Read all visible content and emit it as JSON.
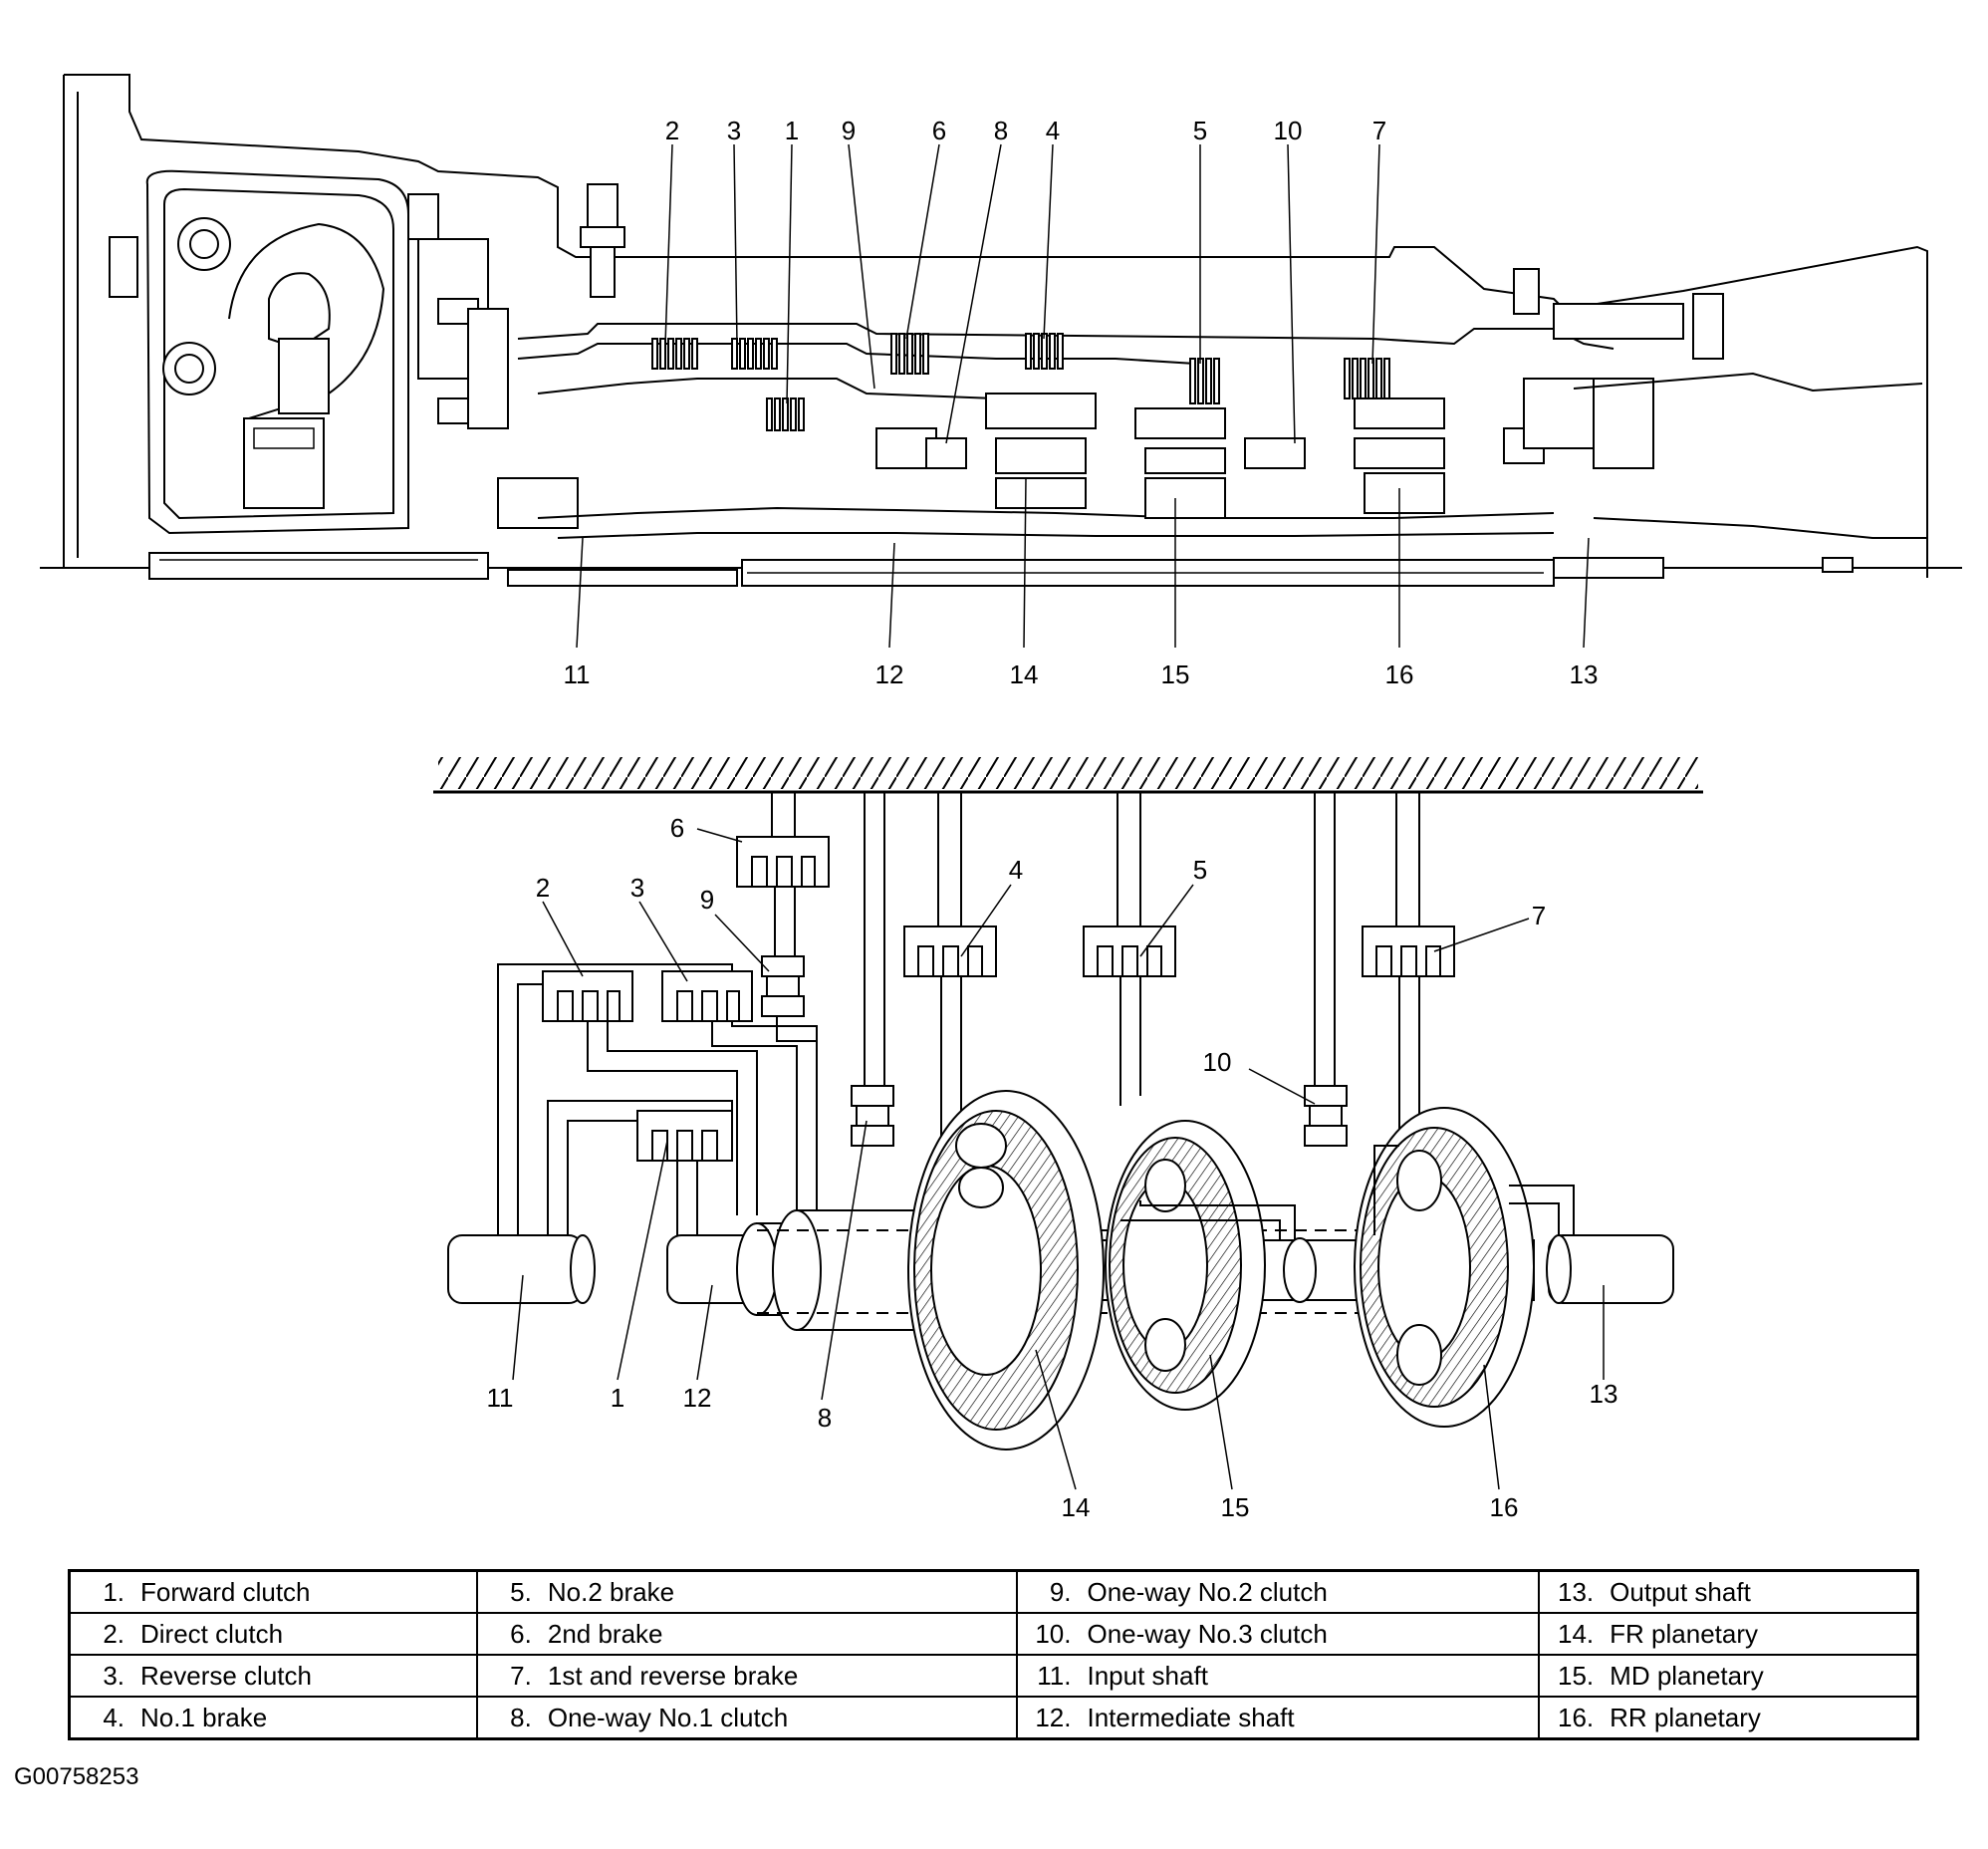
{
  "figure_id": "G00758253",
  "top_callouts": {
    "c2": "2",
    "c3": "3",
    "c1": "1",
    "c9": "9",
    "c6": "6",
    "c8": "8",
    "c4": "4",
    "c5": "5",
    "c10": "10",
    "c7": "7",
    "c11": "11",
    "c12": "12",
    "c14": "14",
    "c15": "15",
    "c16": "16",
    "c13": "13"
  },
  "schematic_callouts": {
    "c6": "6",
    "c2": "2",
    "c3": "3",
    "c9": "9",
    "c4": "4",
    "c5": "5",
    "c7": "7",
    "c10": "10",
    "c11": "11",
    "c1": "1",
    "c12": "12",
    "c8": "8",
    "c13": "13",
    "c14": "14",
    "c15": "15",
    "c16": "16"
  },
  "legend": [
    [
      {
        "n": "1.",
        "label": "Forward clutch"
      },
      {
        "n": "5.",
        "label": "No.2 brake"
      },
      {
        "n": "9.",
        "label": "One-way No.2 clutch"
      },
      {
        "n": "13.",
        "label": "Output shaft"
      }
    ],
    [
      {
        "n": "2.",
        "label": "Direct clutch"
      },
      {
        "n": "6.",
        "label": "2nd brake"
      },
      {
        "n": "10.",
        "label": "One-way No.3 clutch"
      },
      {
        "n": "14.",
        "label": "FR planetary"
      }
    ],
    [
      {
        "n": "3.",
        "label": "Reverse clutch"
      },
      {
        "n": "7.",
        "label": "1st and reverse brake"
      },
      {
        "n": "11.",
        "label": "Input shaft"
      },
      {
        "n": "15.",
        "label": "MD planetary"
      }
    ],
    [
      {
        "n": "4.",
        "label": "No.1 brake"
      },
      {
        "n": "8.",
        "label": "One-way No.1 clutch"
      },
      {
        "n": "12.",
        "label": "Intermediate shaft"
      },
      {
        "n": "16.",
        "label": "RR planetary"
      }
    ]
  ]
}
